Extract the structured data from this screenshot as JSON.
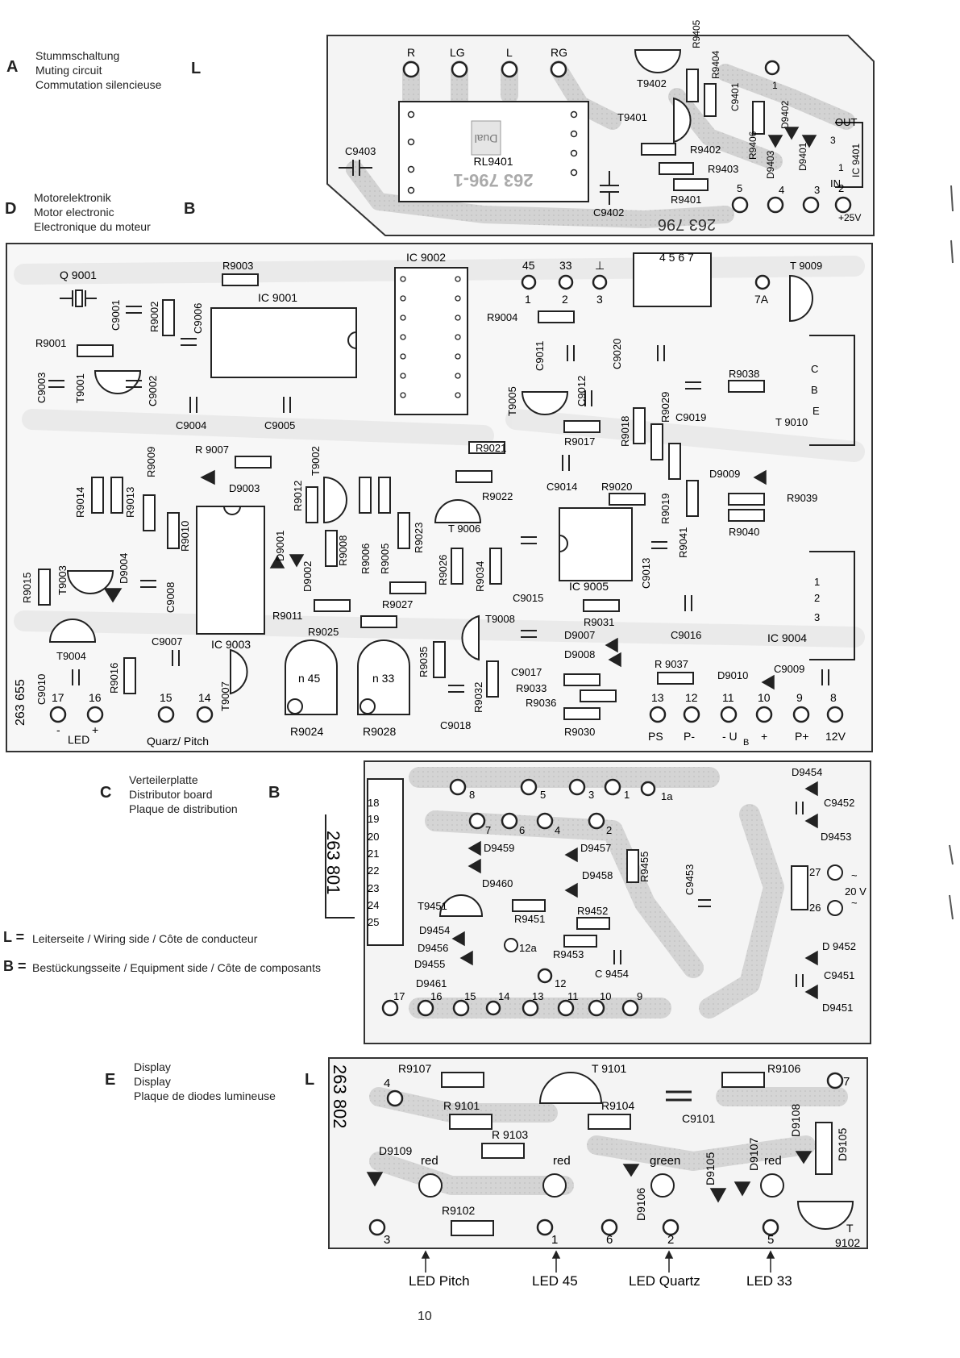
{
  "page_number": "10",
  "legend": {
    "L": "L =",
    "L_text": "Leiterseite / Wiring side / Côte de conducteur",
    "B": "B =",
    "B_text": "Bestückungsseite / Equipment side / Côte de composants"
  },
  "sections": {
    "A": {
      "letter": "A",
      "side": "L",
      "title_de": "Stummschaltung",
      "title_en": "Muting circuit",
      "title_fr": "Commutation silencieuse",
      "board_mark": "263 796-1",
      "board_code": "263 796",
      "relay": "RL9401",
      "terminals": [
        "R",
        "LG",
        "L",
        "RG"
      ],
      "out": "OUT",
      "in": "IN",
      "plus25": "+25V",
      "components": [
        "T9402",
        "T9401",
        "R9405",
        "R9404",
        "C9401",
        "R9406",
        "D9402",
        "D9403",
        "D9401",
        "IC 9401",
        "R9402",
        "R9403",
        "R9401",
        "C9403",
        "C9402"
      ],
      "pins": [
        "5",
        "4",
        "3",
        "2",
        "1",
        "3",
        "1"
      ]
    },
    "D": {
      "letter": "D",
      "side": "B",
      "title_de": "Motorelektronik",
      "title_en": "Motor electronic",
      "title_fr": "Electronique du moteur",
      "board_id": "263 655",
      "ics": [
        "IC 9001",
        "IC 9002",
        "IC 9003",
        "IC 9004",
        "IC 9005"
      ],
      "transistors": [
        "T9001",
        "T9002",
        "T9003",
        "T9004",
        "T 9006",
        "T9007",
        "T9008",
        "T9005",
        "T 9009",
        "T 9010"
      ],
      "resistors": [
        "R9001",
        "R9002",
        "R9003",
        "R9004",
        "R 9007",
        "R9009",
        "R9010",
        "R9011",
        "R9012",
        "R9013",
        "R9014",
        "R9015",
        "R9016",
        "R9008",
        "R9006",
        "R9005",
        "R9023",
        "R9021",
        "R9022",
        "R9026",
        "R9034",
        "R9027",
        "R9025",
        "R9035",
        "R9032",
        "R9033",
        "R9036",
        "R9030",
        "R9017",
        "R9018",
        "R9029",
        "R9019",
        "R9020",
        "R9041",
        "R9038",
        "R9039",
        "R9040",
        "R9031",
        "R 9037"
      ],
      "capacitors": [
        "C9001",
        "C9002",
        "C9003",
        "C9006",
        "C9004",
        "C9005",
        "C9007",
        "C9008",
        "C9010",
        "C9011",
        "C9012",
        "C9020",
        "C9019",
        "C9014",
        "C9013",
        "C9015",
        "C9016",
        "C9017",
        "C9018",
        "C9009"
      ],
      "diodes": [
        "D9001",
        "D9002",
        "D9003",
        "D9004",
        "D9007",
        "D9008",
        "D9009",
        "D9010"
      ],
      "crystal": "Q 9001",
      "trimmers": [
        "n 45",
        "n 33",
        "R9024",
        "R9028"
      ],
      "connector_top": "4 5 6 7",
      "top_pins": [
        {
          "a": "45",
          "b": "1"
        },
        {
          "a": "33",
          "b": "2"
        },
        {
          "a": "⊥",
          "b": "3"
        }
      ],
      "pin_7a": "7A",
      "cbe": [
        "C",
        "B",
        "E"
      ],
      "ic9004_pins": [
        "1",
        "2",
        "3"
      ],
      "bottom_pins": [
        "17",
        "16",
        "15",
        "14",
        "13",
        "12",
        "11",
        "10",
        "9",
        "8"
      ],
      "bottom_labels": {
        "led": "LED",
        "minus": "-",
        "plus": "+",
        "quarz": "Quarz/ Pitch",
        "ps": "PS",
        "pm": "P-",
        "ub": "- U",
        "ub_sub": "B",
        "ubp": "+",
        "pp": "P+",
        "v12": "12V"
      }
    },
    "C": {
      "letter": "C",
      "side": "B",
      "title_de": "Verteilerplatte",
      "title_en": "Distributor board",
      "title_fr": "Plaque de distribution",
      "board_id": "263 801",
      "connector_pins": [
        "18",
        "19",
        "20",
        "21",
        "22",
        "23",
        "24",
        "25"
      ],
      "top_pins": [
        "8",
        "5",
        "3",
        "1",
        "1a",
        "7",
        "6",
        "4",
        "2"
      ],
      "bottom_pins": [
        "17",
        "16",
        "15",
        "14",
        "13",
        "11",
        "10",
        "9"
      ],
      "components": [
        "D9454",
        "C9452",
        "D9453",
        "D9459",
        "D9457",
        "D9458",
        "D9460",
        "T9451",
        "R9455",
        "C9453",
        "R9451",
        "R9452",
        "R9453",
        "C 9454",
        "D9454",
        "D9456",
        "D9455",
        "D9461",
        "D 9452",
        "C9451",
        "D9451"
      ],
      "ac_pins": [
        "27",
        "26"
      ],
      "ac_label": "20 V",
      "tilde": "~",
      "pin_12": "12",
      "pin_12a": "12a"
    },
    "E": {
      "letter": "E",
      "side": "L",
      "title_de": "Display",
      "title_en": "Display",
      "title_fr": "Plaque de diodes lumineuse",
      "board_id": "263 802",
      "components": [
        "R9107",
        "T 9101",
        "R9106",
        "R 9101",
        "R9104",
        "C9101",
        "R 9103",
        "D9109",
        "D9106",
        "D9105",
        "D9107",
        "D9108",
        "D9105",
        "R9102",
        "T",
        "9102"
      ],
      "led_colors": [
        "red",
        "red",
        "green",
        "red"
      ],
      "pins": [
        "4",
        "7",
        "3",
        "1",
        "6",
        "2",
        "5"
      ],
      "led_labels": [
        "LED Pitch",
        "LED 45",
        "LED Quartz",
        "LED 33"
      ]
    }
  }
}
